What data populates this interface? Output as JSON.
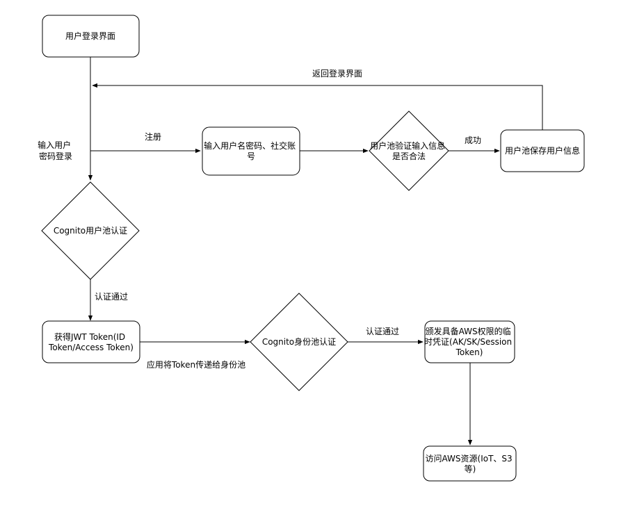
{
  "nodes": {
    "login_page": "用户登录界面",
    "input_info": [
      "输入用户名密码、社交账",
      "号"
    ],
    "validate": [
      "用户池验证输入信息",
      "是否合法"
    ],
    "save_info": "用户池保存用户信息",
    "cognito_user_pool": "Cognito用户池认证",
    "get_jwt": [
      "获得JWT Token(ID",
      "Token/Access Token)"
    ],
    "cognito_identity_pool": "Cognito身份池认证",
    "issue_credentials": [
      "颁发具备AWS权限的临",
      "时凭证(AK/SK/Session",
      "Token)"
    ],
    "access_aws": [
      "访问AWS资源(IoT、S3",
      "等)"
    ]
  },
  "edges": {
    "return_login": "返回登录界面",
    "input_login": [
      "输入用户",
      "密码登录"
    ],
    "register": "注册",
    "success": "成功",
    "auth_passed_1": "认证通过",
    "pass_token": "应用将Token传递给身份池",
    "auth_passed_2": "认证通过"
  }
}
